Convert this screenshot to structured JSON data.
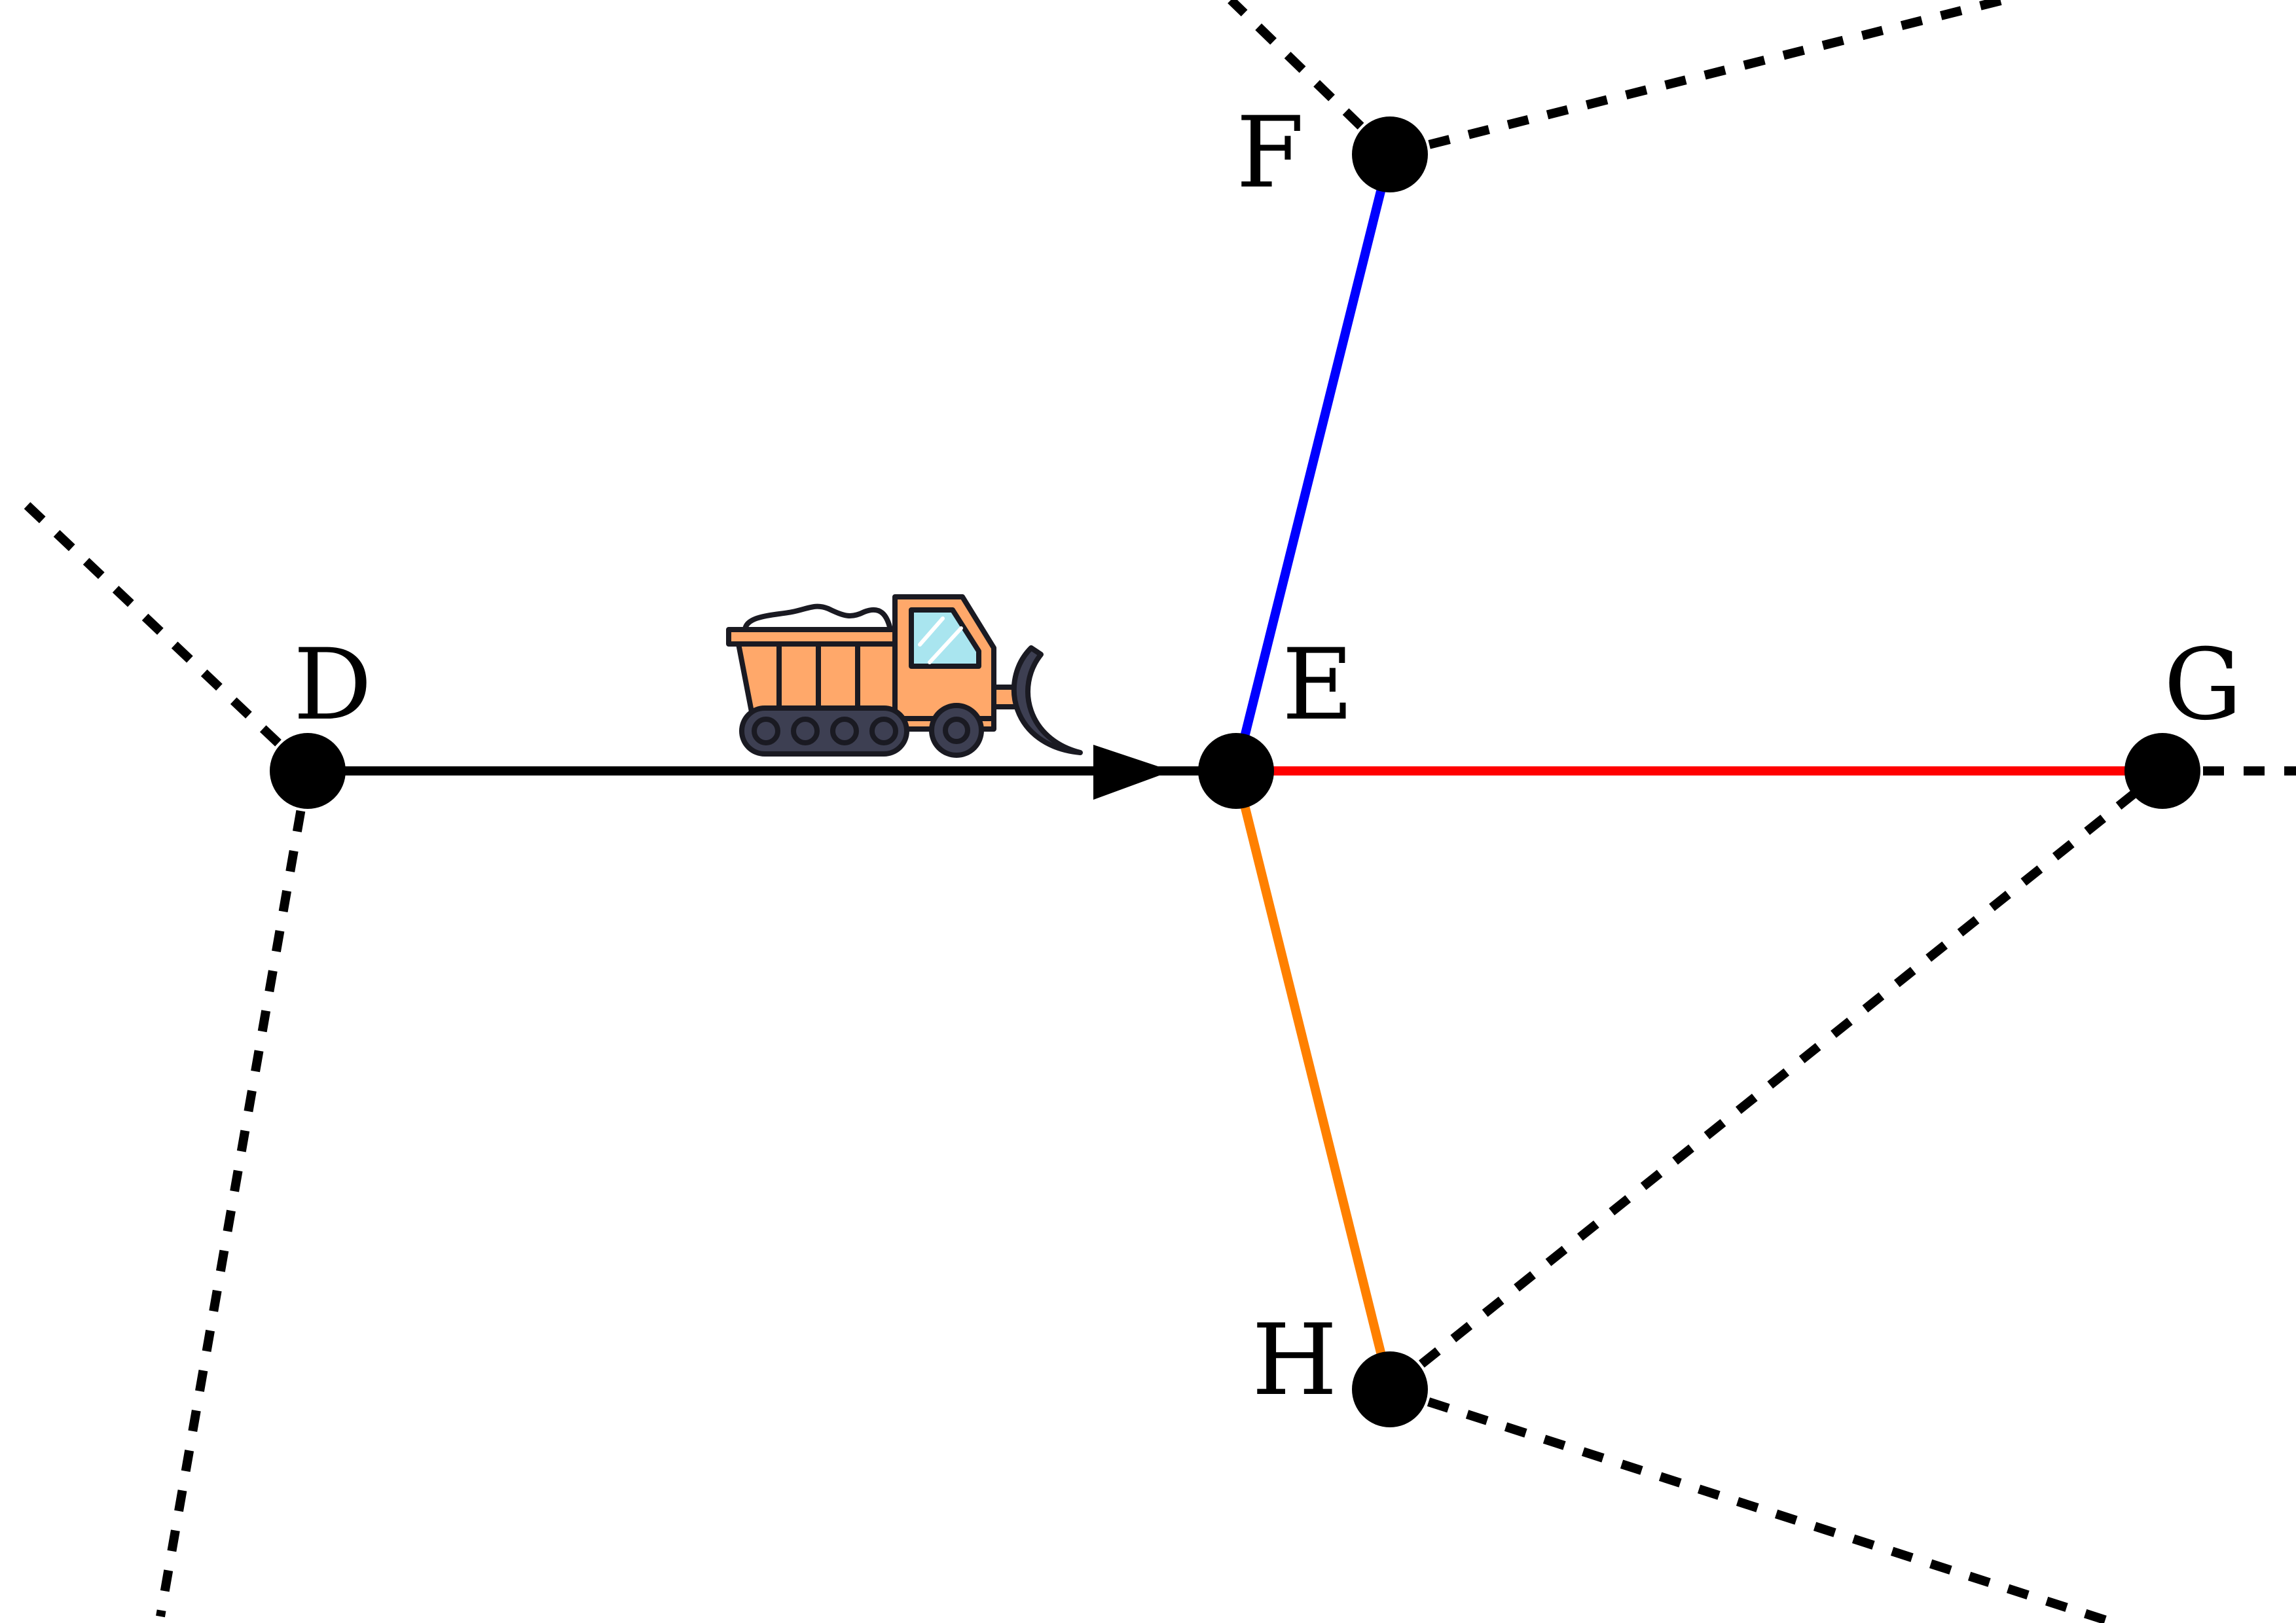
{
  "nodes": [
    {
      "id": "D",
      "label": "D"
    },
    {
      "id": "E",
      "label": "E"
    },
    {
      "id": "F",
      "label": "F"
    },
    {
      "id": "G",
      "label": "G"
    },
    {
      "id": "H",
      "label": "H"
    }
  ],
  "edges": [
    {
      "id": "DE",
      "from": "D",
      "to": "E",
      "style": "solid",
      "color": "#000000",
      "directed": true
    },
    {
      "id": "EF",
      "from": "E",
      "to": "F",
      "style": "solid",
      "color": "#0000ff"
    },
    {
      "id": "EG",
      "from": "E",
      "to": "G",
      "style": "solid",
      "color": "#ff0000"
    },
    {
      "id": "EH",
      "from": "E",
      "to": "H",
      "style": "solid",
      "color": "#ff8000"
    },
    {
      "id": "HG",
      "from": "H",
      "to": "G",
      "style": "dotted",
      "color": "#000000"
    }
  ],
  "vehicle": {
    "icon": "snowplow-truck-icon",
    "colors": {
      "body": "#ffa86a",
      "window": "#a9e5ef",
      "tracks": "#3d3f52",
      "outline": "#1a1a22"
    }
  },
  "colors": {
    "node": "#000000",
    "dotted_road": "#000000"
  }
}
